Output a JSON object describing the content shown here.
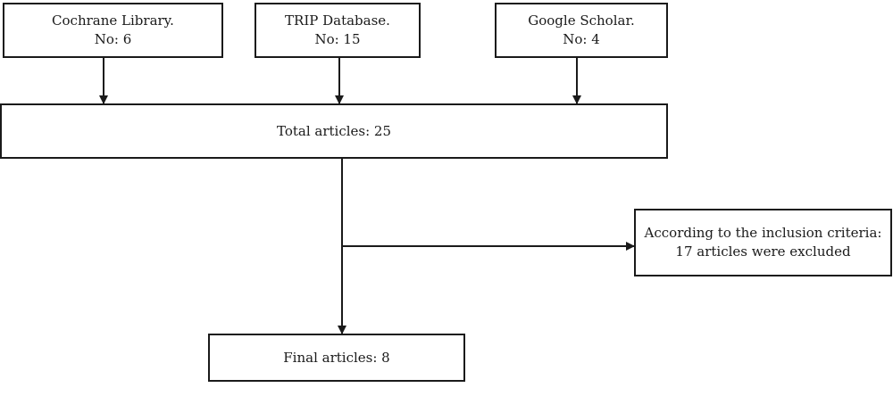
{
  "sources": [
    {
      "name": "Cochrane Library.",
      "count": "No: 6"
    },
    {
      "name": "TRIP Database.",
      "count": "No: 15"
    },
    {
      "name": "Google Scholar.",
      "count": "No: 4"
    }
  ],
  "total": {
    "label": "Total articles: 25"
  },
  "excluded": {
    "line1": "According to the inclusion criteria:",
    "line2": "17 articles were excluded"
  },
  "final": {
    "label": "Final articles: 8"
  }
}
